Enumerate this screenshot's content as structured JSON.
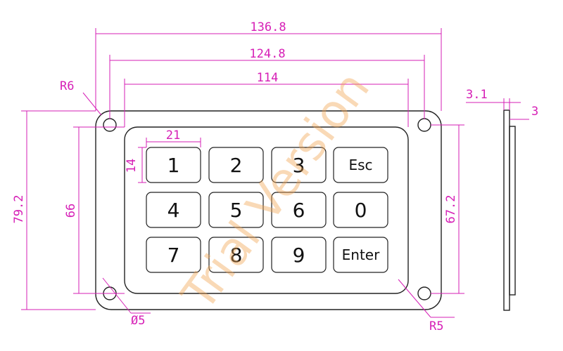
{
  "diagram": {
    "keys": [
      {
        "label": "1"
      },
      {
        "label": "2"
      },
      {
        "label": "3"
      },
      {
        "label": "Esc"
      },
      {
        "label": "4"
      },
      {
        "label": "5"
      },
      {
        "label": "6"
      },
      {
        "label": "0"
      },
      {
        "label": "7"
      },
      {
        "label": "8"
      },
      {
        "label": "9"
      },
      {
        "label": "Enter"
      }
    ],
    "dimensions": {
      "overall_width": "136.8",
      "hole_spacing_width": "124.8",
      "inner_width": "114",
      "key_width": "21",
      "key_height": "14",
      "overall_height": "79.2",
      "inner_height": "66",
      "hole_spacing_height": "67.2",
      "corner_radius_outer": "R6",
      "corner_radius_inner": "R5",
      "hole_diameter": "Ø5",
      "side_thickness_total": "3.1",
      "side_thickness_plate": "3"
    },
    "watermark": "Trial Version",
    "colors": {
      "dimension": "#d61fb6",
      "outline": "#222222",
      "watermark": "#f2a552"
    }
  }
}
